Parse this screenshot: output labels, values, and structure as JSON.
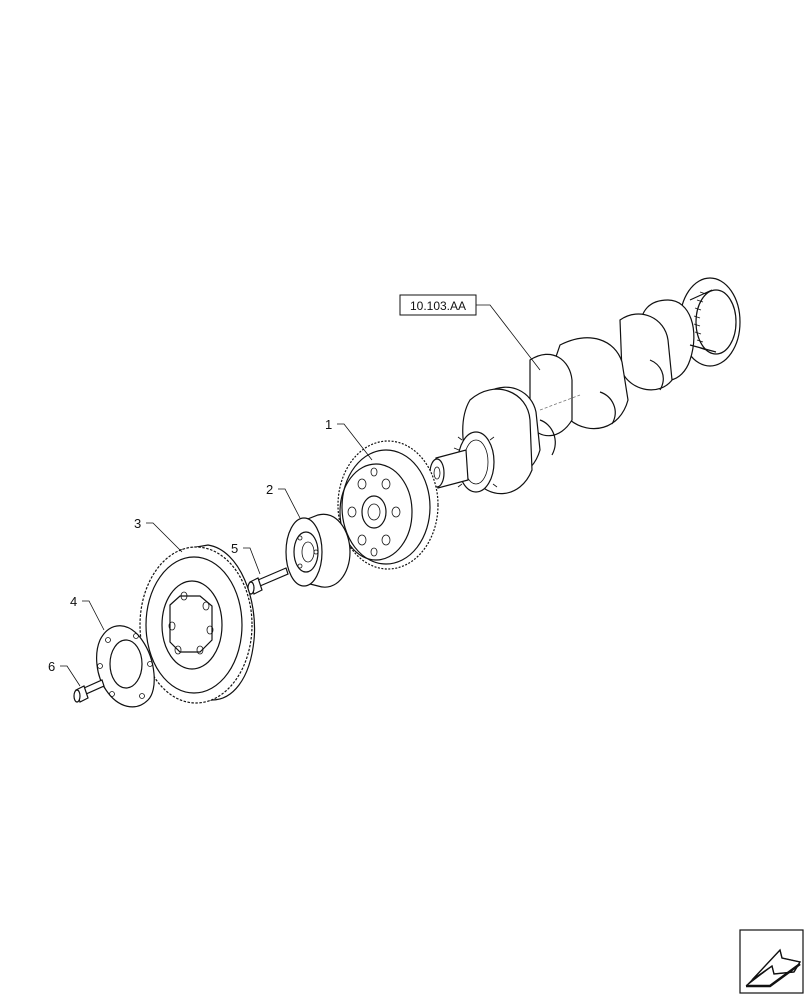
{
  "diagram": {
    "reference_box": "10.103.AA",
    "callouts": [
      {
        "id": "1",
        "part": "flywheel-ring-gear"
      },
      {
        "id": "2",
        "part": "hub"
      },
      {
        "id": "3",
        "part": "damper-pulley"
      },
      {
        "id": "4",
        "part": "washer-plate"
      },
      {
        "id": "5",
        "part": "bolt"
      },
      {
        "id": "6",
        "part": "bolt"
      }
    ]
  },
  "nav": {
    "icon": "arrow-previous-icon"
  }
}
